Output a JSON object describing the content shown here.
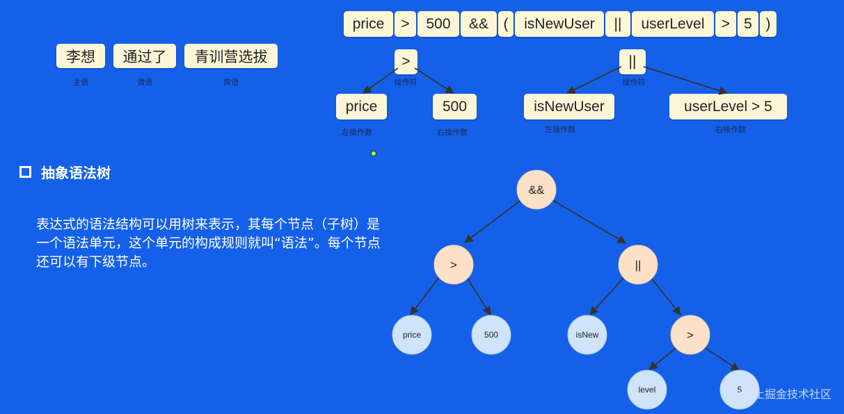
{
  "sentence": {
    "tokens": [
      "李想",
      "通过了",
      "青训营选拔"
    ],
    "roles": [
      "主语",
      "谓语",
      "宾语"
    ]
  },
  "expression": {
    "tokens": [
      "price",
      ">",
      "500",
      "&&",
      "(",
      "isNewUser",
      "||",
      "userLevel",
      ">",
      "5",
      ")"
    ]
  },
  "sub_trees": {
    "left": {
      "operator": ">",
      "operator_caption": "操作符",
      "left": "price",
      "left_caption": "左操作数",
      "right": "500",
      "right_caption": "右操作数"
    },
    "right": {
      "operator": "||",
      "operator_caption": "操作符",
      "left": "isNewUser",
      "left_caption": "左操作数",
      "right": "userLevel > 5",
      "right_caption": "右操作数"
    }
  },
  "section": {
    "title": "抽象语法树",
    "description": "表达式的语法结构可以用树来表示，其每个节点（子树）是一个语法单元，这个单元的构成规则就叫“语法”。每个节点还可以有下级节点。"
  },
  "ast": {
    "nodes": {
      "root": "&&",
      "gt": ">",
      "or": "||",
      "price": "price",
      "v500": "500",
      "isnew": "isNew",
      "gt2": ">",
      "level": "level",
      "v5": "5"
    },
    "colors": {
      "operator": "#fde0c8",
      "operand": "#cfe3fb",
      "edge": "#333333"
    }
  },
  "watermark": "@稀土掘金技术社区"
}
